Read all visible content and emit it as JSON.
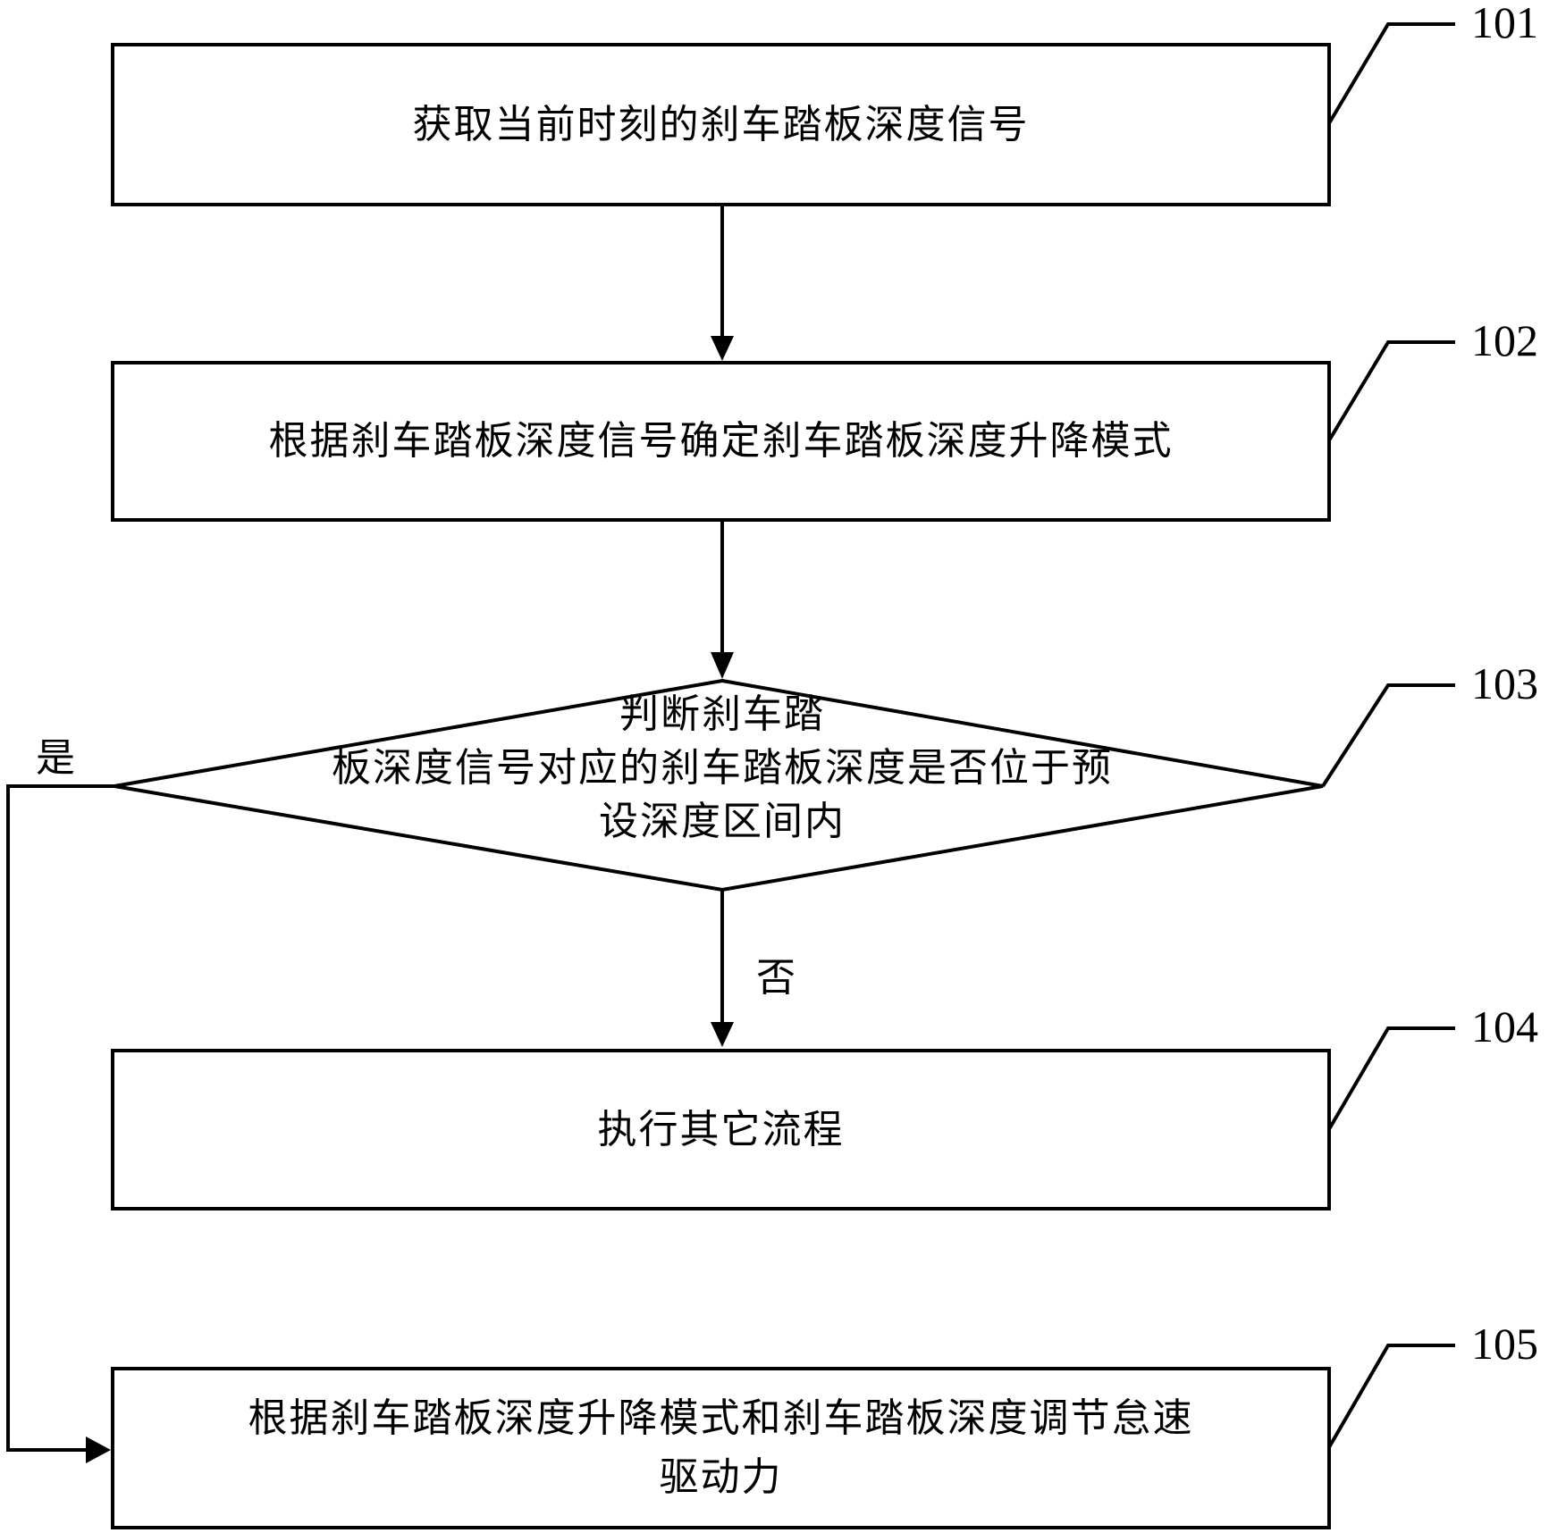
{
  "steps": [
    {
      "ref": "101",
      "text": "获取当前时刻的刹车踏板深度信号"
    },
    {
      "ref": "102",
      "text": "根据刹车踏板深度信号确定刹车踏板深度升降模式"
    },
    {
      "ref": "103",
      "line1": "判断刹车踏",
      "line2": "板深度信号对应的刹车踏板深度是否位于预",
      "line3": "设深度区间内"
    },
    {
      "ref": "104",
      "text": "执行其它流程"
    },
    {
      "ref": "105",
      "line1": "根据刹车踏板深度升降模式和刹车踏板深度调节怠速",
      "line2": "驱动力"
    }
  ],
  "branches": {
    "yes": "是",
    "no": "否"
  }
}
